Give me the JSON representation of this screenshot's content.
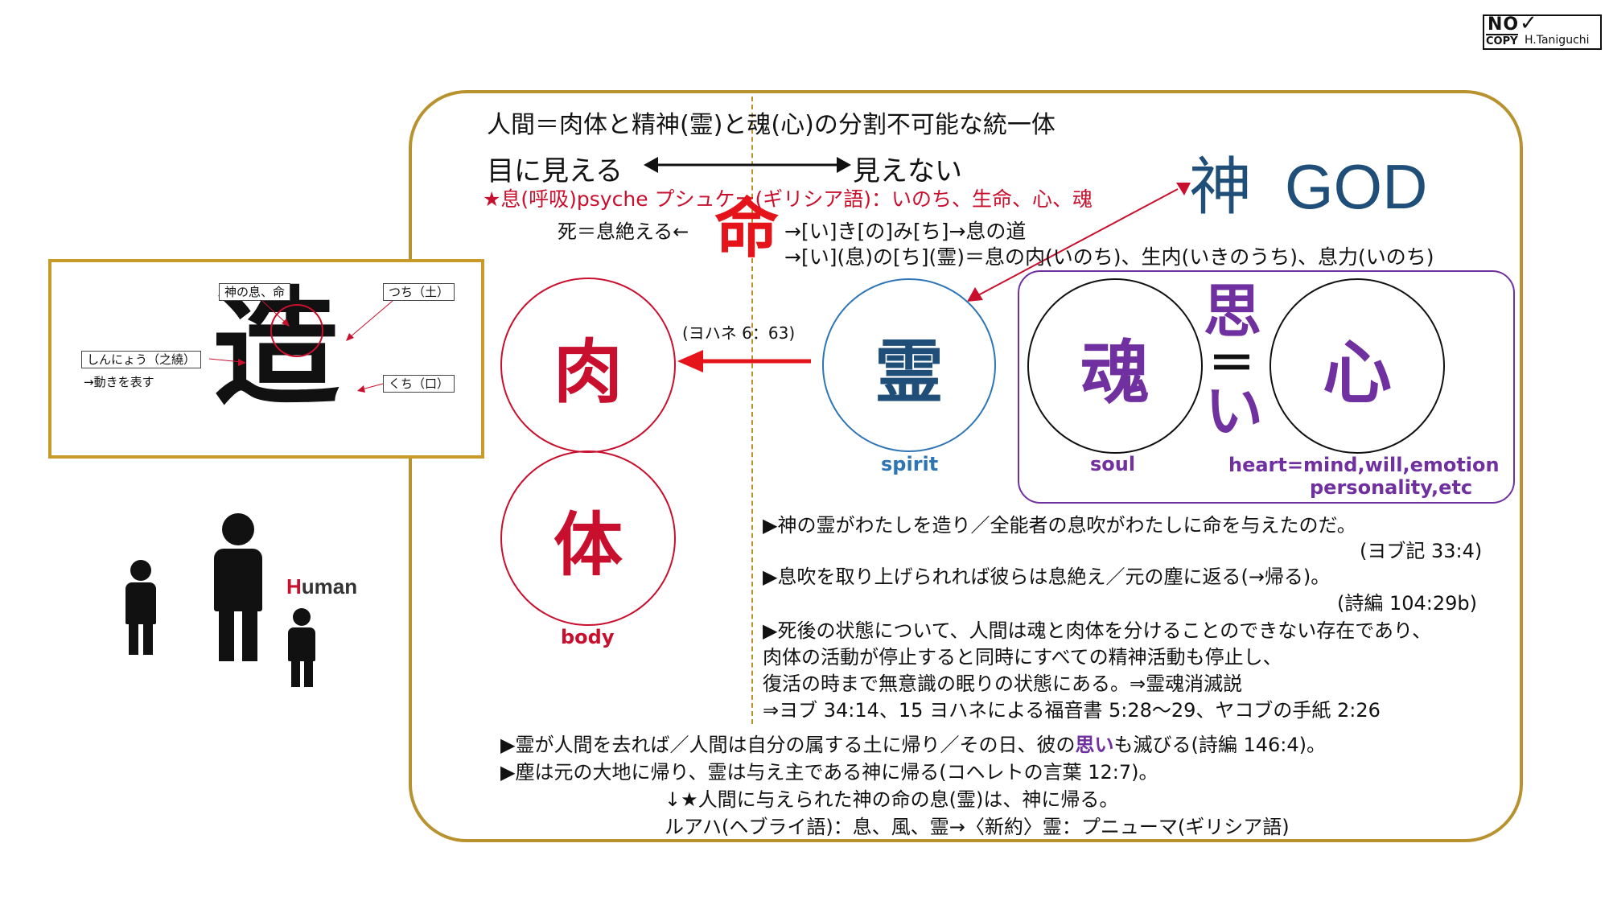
{
  "badge": {
    "no": "NO",
    "copy": "COPY",
    "check": "✓",
    "author": "H.Taniguchi"
  },
  "header": {
    "title": "人間＝肉体と精神(霊)と魂(心)の分割不可能な統一体",
    "visible": "目に見える",
    "invisible": "見えない",
    "psyche": "★息(呼吸)psyche プシュケー(ギリシア語)：いのち、生命、心、魂"
  },
  "god": {
    "kanji": "神",
    "text": "GOD"
  },
  "inochi": {
    "kanji": "命",
    "death": "死＝息絶える←",
    "line1": "→[い]き[の]み[ち]→息の道",
    "line2": "→[い](息)の[ち](霊)＝息の内(いのち)、生内(いきのうち)、息力(いのち)"
  },
  "circles": {
    "flesh": {
      "kanji": "肉"
    },
    "body": {
      "kanji": "体",
      "label": "body"
    },
    "spirit": {
      "kanji": "霊",
      "label": "spirit"
    },
    "soul": {
      "kanji": "魂",
      "label": "soul"
    },
    "heart": {
      "kanji": "心",
      "label1": "heart=mind,will,emotion",
      "label2": "personality,etc"
    }
  },
  "omoi": {
    "top": "思",
    "eq": "＝",
    "bottom": "い"
  },
  "john_ref": "(ヨハネ 6：63)",
  "verses": [
    {
      "text": "▶神の霊がわたしを造り／全能者の息吹がわたしに命を与えたのだ。",
      "ref": "(ヨブ記 33:4)"
    },
    {
      "text": "▶息吹を取り上げられれば彼らは息絶え／元の塵に返る(→帰る)。",
      "ref": "(詩編 104:29b)"
    }
  ],
  "afterlife": {
    "l1": "▶死後の状態について、人間は魂と肉体を分けることのできない存在であり、",
    "l2": "肉体の活動が停止すると同時にすべての精神活動も停止し、",
    "l3": "復活の時まで無意識の眠りの状態にある。⇒霊魂消滅説",
    "l4": "⇒ヨブ 34:14、15 ヨハネによる福音書 5:28～29、ヤコブの手紙 2:26"
  },
  "bottom": {
    "l1a": "▶霊が人間を去れば／人間は自分の属する土に帰り／その日、彼の",
    "l1b": "思い",
    "l1c": "も滅びる(詩編 146:4)。",
    "l2": "▶塵は元の大地に帰り、霊は与え主である神に帰る(コヘレトの言葉 12:7)。",
    "l3": "↓★人間に与えられた神の命の息(霊)は、神に帰る。",
    "l4": "ルアハ(ヘブライ語)：息、風、霊→〈新約〉霊：プニューマ(ギリシア語)"
  },
  "inset": {
    "kanji": "造",
    "label_breath": "神の息、命",
    "label_earth": "つち（土）",
    "label_shinnyo": "しんにょう（之繞）",
    "label_move": "→動きを表す",
    "label_mouth": "くち（口）"
  },
  "human": {
    "h": "H",
    "rest": "uman"
  },
  "colors": {
    "red": "#c8102e",
    "blue": "#1f4e79",
    "purple": "#7030a0",
    "gold": "#b8922e"
  }
}
